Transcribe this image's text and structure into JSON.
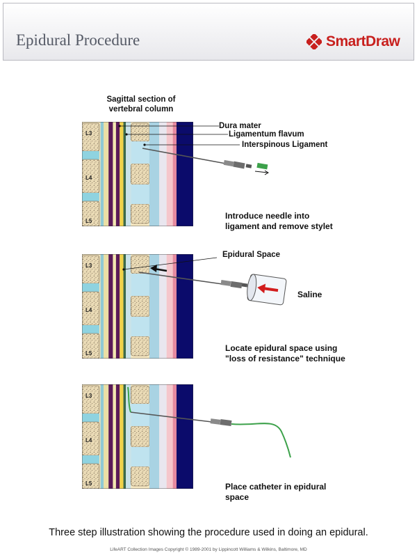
{
  "header": {
    "title": "Epidural Procedure",
    "brand": "SmartDraw",
    "accent_color": "#c8201e"
  },
  "diagram": {
    "heading": "Sagittal section of vertebral column",
    "heading_line1": "Sagittal section of",
    "heading_line2": "vertebral column",
    "vertebrae": [
      "L3",
      "L4",
      "L5"
    ],
    "step1": {
      "labels": [
        "Dura mater",
        "Ligamentum flavum",
        "Interspinous Ligament"
      ],
      "caption_line1": "Introduce needle into",
      "caption_line2": "ligament and remove stylet"
    },
    "step2": {
      "labels": [
        "Epidural Space",
        "Saline"
      ],
      "caption_line1": "Locate epidural space using",
      "caption_line2": "\"loss of resistance\" technique"
    },
    "step3": {
      "caption_line1": "Place catheter in epidural",
      "caption_line2": "space"
    }
  },
  "footer": {
    "caption": "Three step illustration showing the procedure used in doing an epidural.",
    "credit": "LifeART Collection Images Copyright © 1989-2001 by Lippincott Williams & Wilkins, Baltimore, MD"
  }
}
